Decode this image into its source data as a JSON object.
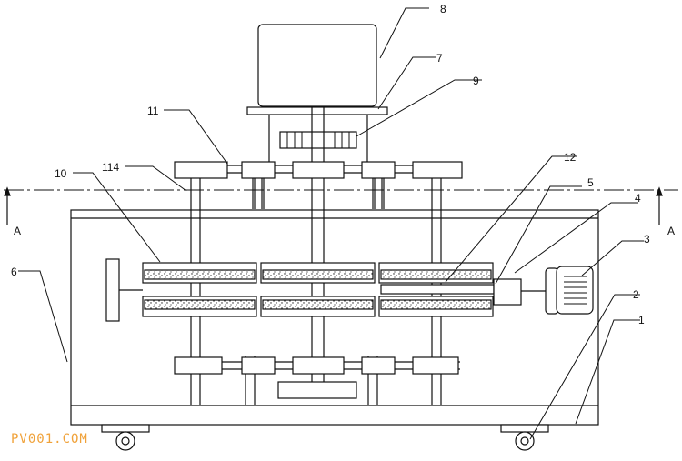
{
  "callouts": {
    "c1": "1",
    "c2": "2",
    "c3": "3",
    "c4": "4",
    "c5": "5",
    "c6": "6",
    "c7": "7",
    "c8": "8",
    "c9": "9",
    "c10": "10",
    "c11": "11",
    "c12": "12",
    "c114": "114"
  },
  "section": {
    "left": "A",
    "right": "A"
  },
  "watermark": "PV001.COM",
  "colors": {
    "line": "#111111",
    "watermark": "#f0a23a"
  }
}
